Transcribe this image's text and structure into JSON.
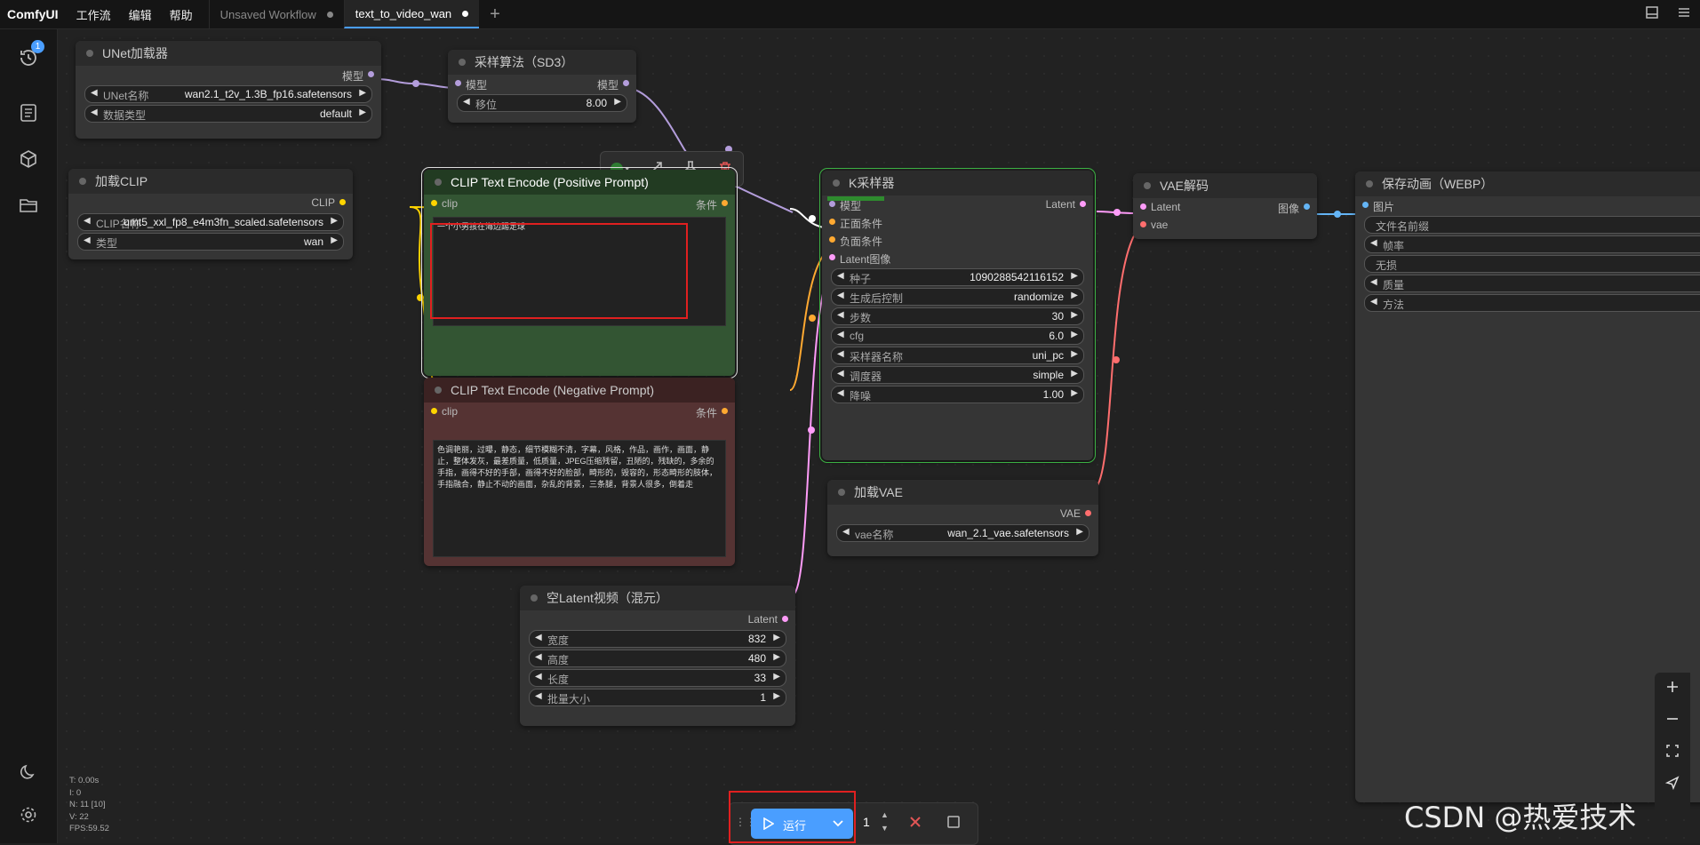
{
  "topbar": {
    "brand": "ComfyUI",
    "menu": [
      "工作流",
      "编辑",
      "帮助"
    ],
    "tabs": [
      {
        "label": "Unsaved Workflow",
        "active": false
      },
      {
        "label": "text_to_video_wan",
        "active": true
      }
    ],
    "add_tab": "+"
  },
  "sidebar": {
    "queue_badge": "1"
  },
  "nodes": {
    "unet": {
      "title": "UNet加载器",
      "out": "模型",
      "w1_label": "UNet名称",
      "w1_value": "wan2.1_t2v_1.3B_fp16.safetensors",
      "w2_label": "数据类型",
      "w2_value": "default"
    },
    "sampling": {
      "title": "采样算法（SD3）",
      "in": "模型",
      "out": "模型",
      "w1_label": "移位",
      "w1_value": "8.00"
    },
    "clip_loader": {
      "title": "加载CLIP",
      "out": "CLIP",
      "w1_label": "CLIP名称",
      "w1_value": "umt5_xxl_fp8_e4m3fn_scaled.safetensors",
      "w2_label": "类型",
      "w2_value": "wan"
    },
    "pos": {
      "title": "CLIP Text Encode (Positive Prompt)",
      "in": "clip",
      "out": "条件",
      "text": "一个小男孩在海边踢足球"
    },
    "neg": {
      "title": "CLIP Text Encode (Negative Prompt)",
      "in": "clip",
      "out": "条件",
      "text": "色调艳丽，过曝，静态，细节模糊不清，字幕，风格，作品，画作，画面，静止，整体发灰，最差质量，低质量，JPEG压缩残留，丑陋的，残缺的，多余的手指，画得不好的手部，画得不好的脸部，畸形的，毁容的，形态畸形的肢体，手指融合，静止不动的画面，杂乱的背景，三条腿，背景人很多，倒着走"
    },
    "ksampler": {
      "title": "K采样器",
      "in1": "模型",
      "in2": "正面条件",
      "in3": "负面条件",
      "in4": "Latent图像",
      "out": "Latent",
      "widgets": [
        {
          "label": "种子",
          "value": "1090288542116152"
        },
        {
          "label": "生成后控制",
          "value": "randomize"
        },
        {
          "label": "步数",
          "value": "30"
        },
        {
          "label": "cfg",
          "value": "6.0"
        },
        {
          "label": "采样器名称",
          "value": "uni_pc"
        },
        {
          "label": "调度器",
          "value": "simple"
        },
        {
          "label": "降噪",
          "value": "1.00"
        }
      ]
    },
    "vae_decode": {
      "title": "VAE解码",
      "in1": "Latent",
      "in2": "vae",
      "out": "图像"
    },
    "save": {
      "title": "保存动画（WEBP）",
      "in": "图片",
      "widgets": [
        "文件名前缀",
        "帧率",
        "无损",
        "质量",
        "方法"
      ]
    },
    "vae_loader": {
      "title": "加载VAE",
      "out": "VAE",
      "w1_label": "vae名称",
      "w1_value": "wan_2.1_vae.safetensors"
    },
    "latent": {
      "title": "空Latent视频（混元）",
      "out": "Latent",
      "widgets": [
        {
          "label": "宽度",
          "value": "832"
        },
        {
          "label": "高度",
          "value": "480"
        },
        {
          "label": "长度",
          "value": "33"
        },
        {
          "label": "批量大小",
          "value": "1"
        }
      ]
    }
  },
  "runbar": {
    "run_label": "运行",
    "count": "1"
  },
  "stats": [
    "T: 0.00s",
    "I: 0",
    "N: 11 [10]",
    "V: 22",
    "FPS:59.52"
  ],
  "watermark": "CSDN @热爱技术"
}
